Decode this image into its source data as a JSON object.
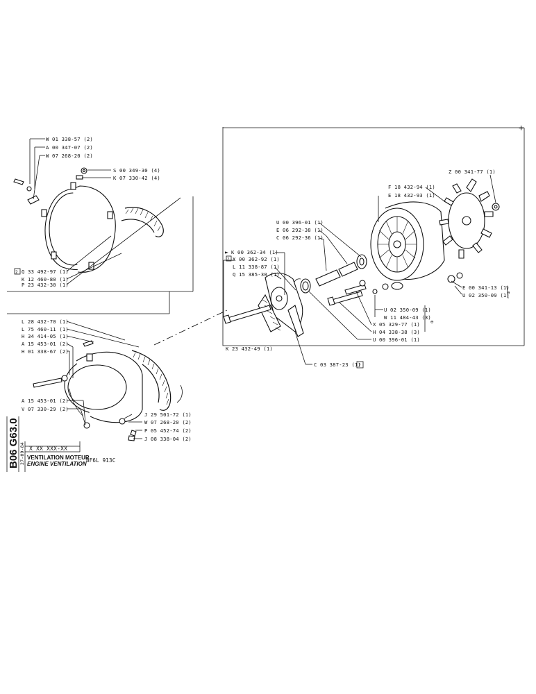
{
  "sheet": {
    "code": "B06 G63.0",
    "date": "27-09-84",
    "ref_code": "X XX XXX-XX",
    "title_fr": "VENTILATION MOTEUR",
    "title_en": "ENGINE VENTILATION",
    "engine": "BF6L 913C"
  },
  "top_left_labels": [
    "W 01 338-57 (2)",
    "A 00 347-07 (2)",
    "W 07 268-20 (2)",
    "S 00 349-30 (4)",
    "K 07 330-42 (4)",
    "Q 33 492-97 (1)",
    "K 12 460-80 (1)",
    "P 23 432-30 (1)"
  ],
  "bottom_left_labels": [
    "L 28 432-70 (1)",
    "L 75 460-11 (1)",
    "H 34 414-05 (1)",
    "A 15 453-01 (2)",
    "H 01 338-67 (2)",
    "A 15 453-01 (2)",
    "V 07 330-29 (2)",
    "J 29 501-72 (1)",
    "W 07 268-20 (2)",
    "P 05 452-74 (2)",
    "J 08 338-04 (2)"
  ],
  "right_labels": [
    "Z 00 341-77 (1)",
    "F 18 432-94 (1)",
    "E 18 432-93 (1)",
    "U 00 396-01 (1)",
    "E 06 292-38 (1)",
    "C 06 292-36 (1)",
    "K 00 362-34 (1)",
    "X 00 362-92 (1)",
    "L 11 338-87 (1)",
    "Q 15 385-30 (1)",
    "E 00 341-13 (1)",
    "U 02 350-09 (1)",
    "U 02 350-09 (1)",
    "W 11 484-43 (3)",
    "X 05 329-77 (1)",
    "H 04 338-38 (3)",
    "U 00 396-01 (1)",
    "K 23 432-49 (1)",
    "C 03 387-23 (1)"
  ],
  "markers": {
    "ref_box": "2",
    "circle": "⊖"
  }
}
